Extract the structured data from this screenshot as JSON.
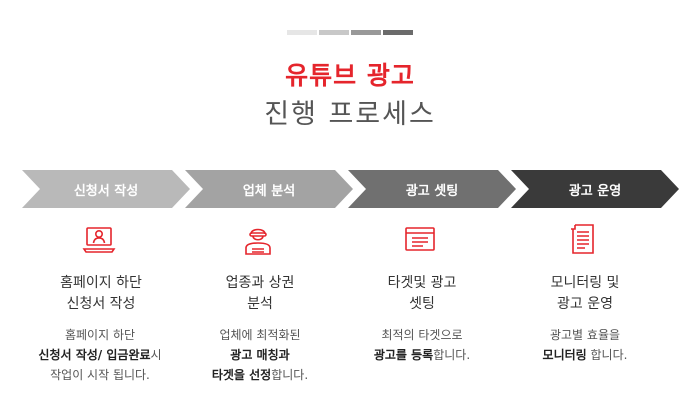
{
  "colors": {
    "accent": "#e5252c",
    "arrow1": "#b9b9b9",
    "arrow2": "#a3a3a3",
    "arrow3": "#707070",
    "arrow4": "#3a3a3a",
    "topbar": [
      "#e6e6e6",
      "#c8c8c8",
      "#999999",
      "#6b6b6b"
    ]
  },
  "title": {
    "main": "유튜브 광고",
    "sub": "진행 프로세스"
  },
  "steps": [
    {
      "arrow_label": "신청서 작성",
      "icon": "laptop-user-icon",
      "heading_line1": "홈페이지 하단",
      "heading_line2": "신청서 작성",
      "desc_line1": "홈페이지 하단",
      "desc_line2_bold": "신청서 작성/ 입금완료",
      "desc_line2_rest": "시",
      "desc_line3": "작업이 시작 됩니다."
    },
    {
      "arrow_label": "업체 분석",
      "icon": "analyst-person-icon",
      "heading_line1": "업종과 상권",
      "heading_line2": "분석",
      "desc_line1": "업체에 최적화된",
      "desc_line2_bold": "광고 매칭과",
      "desc_line3_bold": "타겟을 선정",
      "desc_line3_rest": "합니다."
    },
    {
      "arrow_label": "광고 셋팅",
      "icon": "browser-window-icon",
      "heading_line1": "타겟및 광고",
      "heading_line2": "셋팅",
      "desc_line1": "최적의 타겟으로",
      "desc_line2_bold": "광고를 등록",
      "desc_line2_rest": "합니다."
    },
    {
      "arrow_label": "광고 운영",
      "icon": "document-list-icon",
      "heading_line1": "모니터링 및",
      "heading_line2": "광고 운영",
      "desc_line1": "광고별 효율을",
      "desc_line2_bold": "모니터링",
      "desc_line2_rest": " 합니다."
    }
  ]
}
